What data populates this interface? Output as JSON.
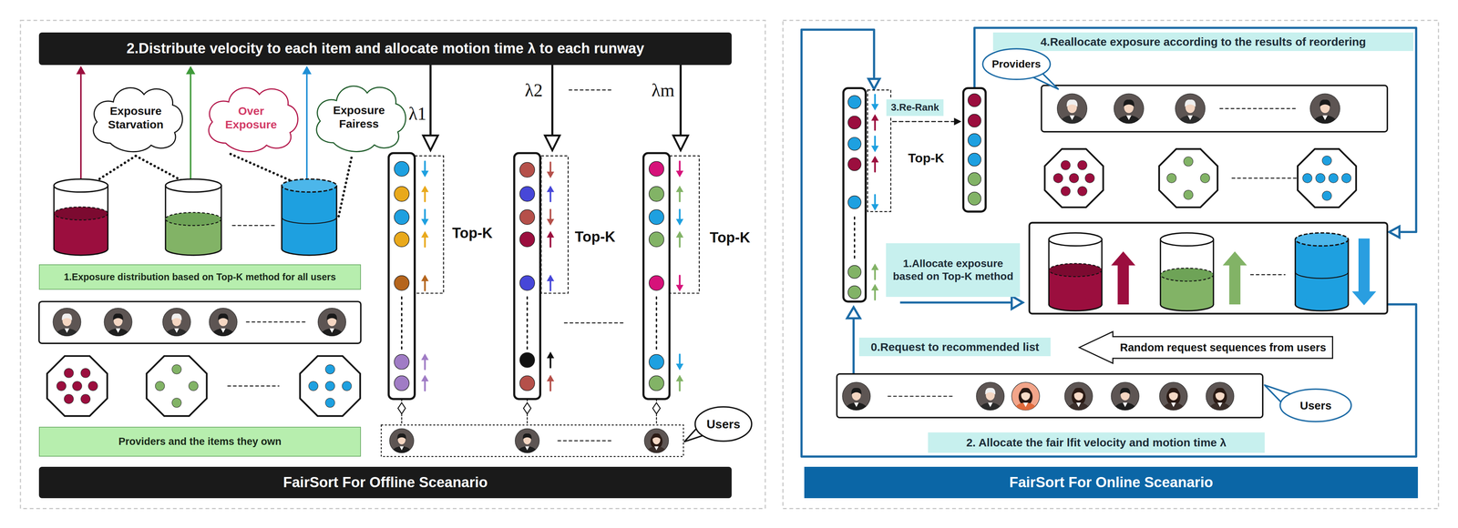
{
  "diagram": {
    "nodes": [
      {
        "text": [
          "2.Distribute velocity to each item and allocate motion time λ to each runway"
        ]
      },
      {
        "text": [
          "Exposure Starvation"
        ]
      },
      {
        "text": [
          "Over Exposure"
        ]
      },
      {
        "text": [
          "Exposure Fairess"
        ]
      },
      {
        "text": [
          "1.Exposure distribution based on Top-K method for all users"
        ]
      },
      {
        "text": [
          "Providers and the items they own"
        ]
      },
      {
        "text": [
          "Users"
        ]
      },
      {
        "text": [
          "FairSort For Offline Sceanario"
        ]
      },
      {
        "text": [
          "4.Reallocate exposure according to the results of reordering"
        ]
      },
      {
        "text": [
          "Providers"
        ]
      },
      {
        "text": [
          "3.Re-Rank"
        ]
      },
      {
        "text": [
          "1.Allocate exposure based on Top-K method"
        ]
      },
      {
        "text": [
          "0.Request to recommended list"
        ]
      },
      {
        "text": [
          "Random request sequences from users"
        ]
      },
      {
        "text": [
          "Users"
        ]
      },
      {
        "text": [
          "2. Allocate the fair lfit velocity and motion time λ"
        ]
      },
      {
        "text": [
          "FairSort For Online Sceanario"
        ]
      }
    ],
    "labels": [
      "λ1",
      "λ2",
      "λm",
      "Top-K",
      "Top-K",
      "Top-K",
      "Top-K"
    ]
  }
}
